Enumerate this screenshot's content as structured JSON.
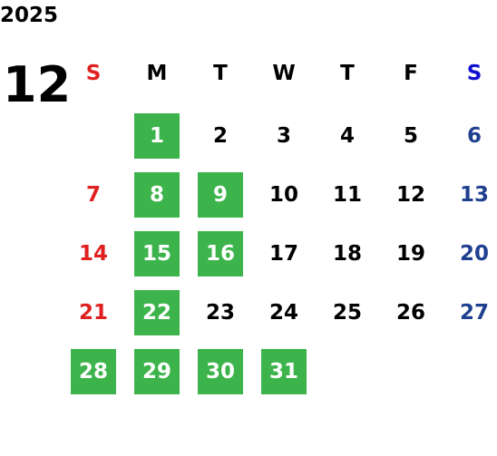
{
  "calendar": {
    "year": "2025",
    "month": "12",
    "weekdays": [
      {
        "label": "S",
        "color": "#e02020"
      },
      {
        "label": "M",
        "color": "#000000"
      },
      {
        "label": "T",
        "color": "#000000"
      },
      {
        "label": "W",
        "color": "#000000"
      },
      {
        "label": "T",
        "color": "#000000"
      },
      {
        "label": "F",
        "color": "#000000"
      },
      {
        "label": "S",
        "color": "#1010d0"
      }
    ],
    "colors": {
      "sunday": "#e02020",
      "saturday": "#1f3f8f",
      "weekday": "#000000",
      "highlight_bg": "#3cb44b",
      "highlight_text": "#ffffff"
    },
    "weeks": [
      [
        null,
        {
          "day": "1",
          "hl": true
        },
        {
          "day": "2"
        },
        {
          "day": "3"
        },
        {
          "day": "4"
        },
        {
          "day": "5"
        },
        {
          "day": "6"
        }
      ],
      [
        {
          "day": "7"
        },
        {
          "day": "8",
          "hl": true
        },
        {
          "day": "9",
          "hl": true
        },
        {
          "day": "10"
        },
        {
          "day": "11"
        },
        {
          "day": "12"
        },
        {
          "day": "13"
        }
      ],
      [
        {
          "day": "14"
        },
        {
          "day": "15",
          "hl": true
        },
        {
          "day": "16",
          "hl": true
        },
        {
          "day": "17"
        },
        {
          "day": "18"
        },
        {
          "day": "19"
        },
        {
          "day": "20"
        }
      ],
      [
        {
          "day": "21"
        },
        {
          "day": "22",
          "hl": true
        },
        {
          "day": "23"
        },
        {
          "day": "24"
        },
        {
          "day": "25"
        },
        {
          "day": "26"
        },
        {
          "day": "27"
        }
      ],
      [
        {
          "day": "28",
          "hl": true
        },
        {
          "day": "29",
          "hl": true
        },
        {
          "day": "30",
          "hl": true
        },
        {
          "day": "31",
          "hl": true
        },
        null,
        null,
        null
      ]
    ]
  }
}
